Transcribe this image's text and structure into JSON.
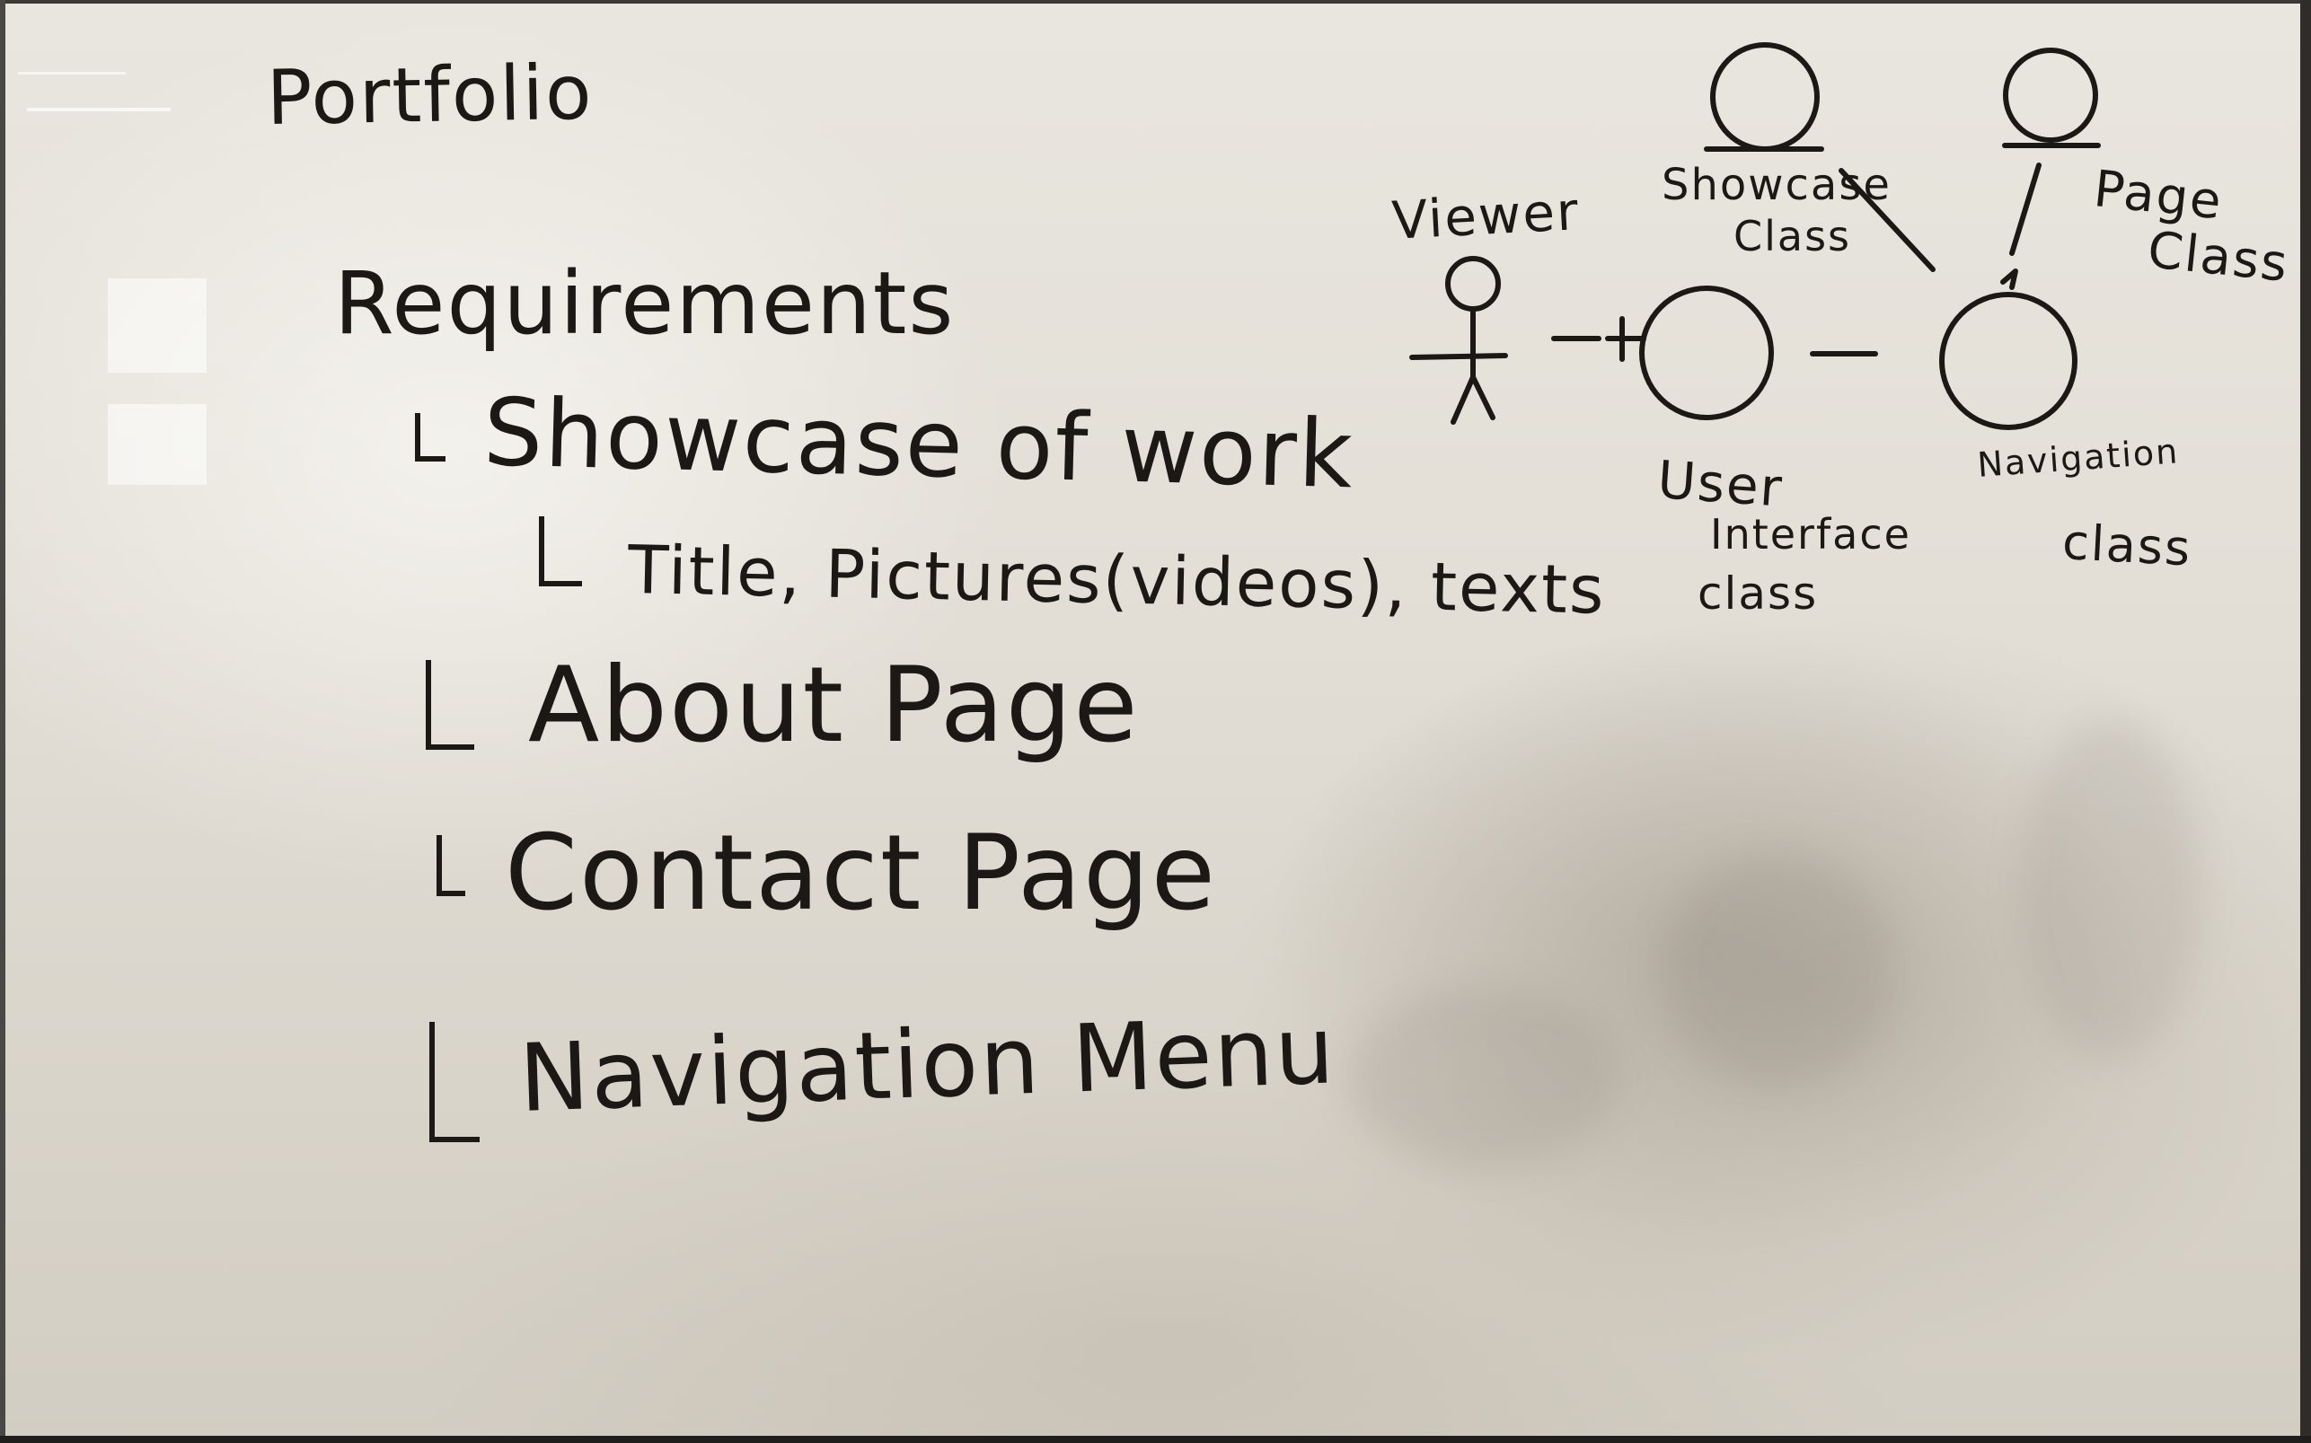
{
  "whiteboard": {
    "title": "Portfolio",
    "heading": "Requirements",
    "items": [
      {
        "label": "Showcase of work"
      },
      {
        "label": "Title, Pictures(videos), texts"
      },
      {
        "label": "About Page"
      },
      {
        "label": "Contact Page"
      },
      {
        "label": "Navigation Menu"
      }
    ]
  },
  "diagram": {
    "viewer_label": "Viewer",
    "showcase_label_1": "Showcase",
    "showcase_label_2": "Class",
    "page_label_1": "Page",
    "page_label_2": "Class",
    "ui_label_1": "User",
    "ui_label_2": "Interface",
    "ui_label_3": "class",
    "nav_label_1": "Navigation",
    "nav_label_2": "class"
  },
  "colors": {
    "ink": "#1c1815",
    "board": "#e6e2da"
  }
}
